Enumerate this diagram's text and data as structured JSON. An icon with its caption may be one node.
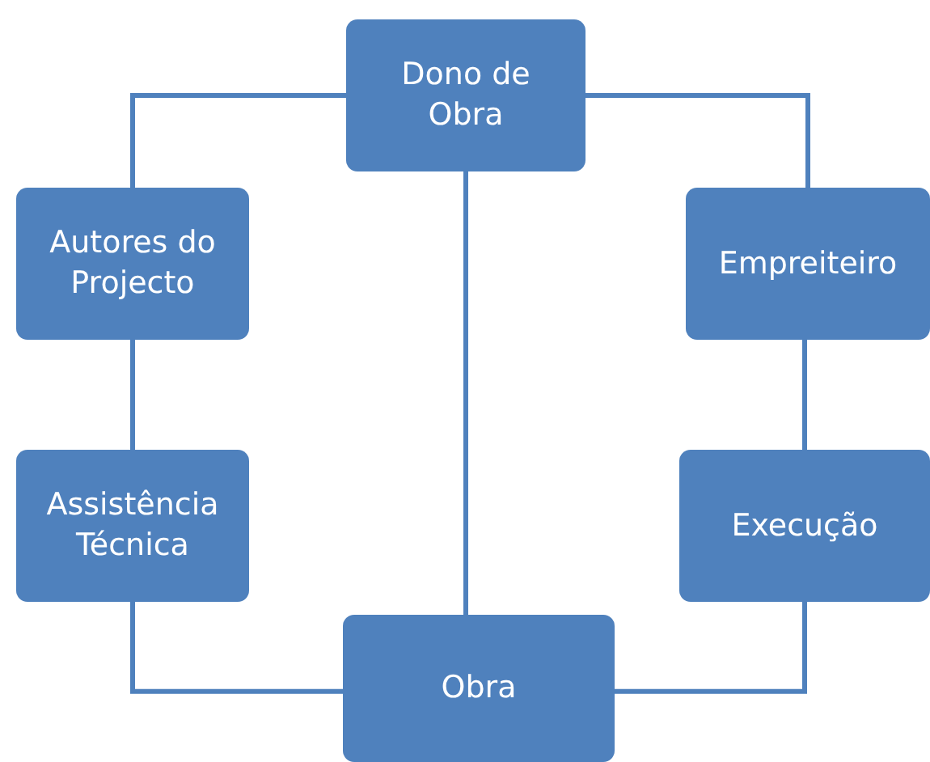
{
  "diagram": {
    "nodes": [
      {
        "text": [
          "Dono de Obra"
        ]
      },
      {
        "text": [
          "Autores do Projecto"
        ]
      },
      {
        "text": [
          "Empreiteiro"
        ]
      },
      {
        "text": [
          "Assistência Técnica"
        ]
      },
      {
        "text": [
          "Execução"
        ]
      },
      {
        "text": [
          "Obra"
        ]
      }
    ],
    "edges": [
      {
        "from": 0,
        "to": 1,
        "arrow": "none"
      },
      {
        "from": 0,
        "to": 2,
        "arrow": "none"
      },
      {
        "from": 1,
        "to": 3,
        "arrow": "none"
      },
      {
        "from": 2,
        "to": 4,
        "arrow": "none"
      },
      {
        "from": 3,
        "to": 5,
        "arrow": "none"
      },
      {
        "from": 4,
        "to": 5,
        "arrow": "none"
      },
      {
        "from": 0,
        "to": 5,
        "arrow": "none"
      }
    ]
  }
}
